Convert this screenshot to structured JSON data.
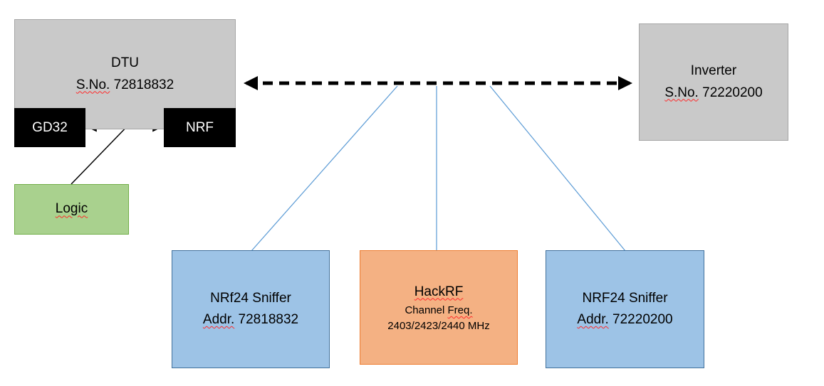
{
  "colors": {
    "gray_fill": "#c9c9c9",
    "gray_border": "#a6a6a6",
    "chip_fill": "#000000",
    "chip_text": "#ffffff",
    "green_fill": "#a9d18e",
    "green_border": "#70ad47",
    "blue_fill": "#9dc3e6",
    "blue_border": "#41719c",
    "orange_fill": "#f4b183",
    "orange_border": "#ed7d31",
    "connector_blue": "#5b9bd5",
    "arrow_black": "#000000",
    "squiggle_red": "#ff2a2a"
  },
  "dtu": {
    "title": "DTU",
    "serial_label": "S.No.",
    "serial": "72818832",
    "gd32_label": "GD32",
    "nrf_label": "NRF"
  },
  "logic": {
    "label": "Logic"
  },
  "inverter": {
    "title": "Inverter",
    "serial_label": "S.No.",
    "serial": "72220200"
  },
  "sniffer_left": {
    "title": "NRf24 Sniffer",
    "addr_label": "Addr.",
    "addr": "72818832"
  },
  "hackrf": {
    "title": "HackRF",
    "channel_label": "Channel",
    "freq_label": "Freq.",
    "frequencies": "2403/2423/2440 MHz"
  },
  "sniffer_right": {
    "title": "NRF24 Sniffer",
    "addr_label": "Addr.",
    "addr": "72220200"
  }
}
